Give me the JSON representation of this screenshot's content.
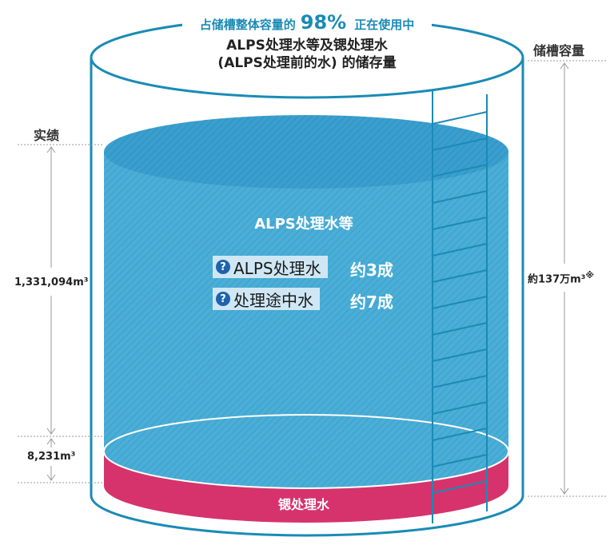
{
  "top_banner": {
    "prefix": "占储槽整体容量的",
    "percent": "98%",
    "suffix": "正在使用中"
  },
  "title": {
    "line1": "ALPS处理水等及锶处理水",
    "line2": "(ALPS处理前的水) 的储存量"
  },
  "labels": {
    "actual": "实绩",
    "capacity": "储槽容量",
    "alps_volume": "1,331,094m³",
    "sr_volume": "8,231m³",
    "capacity_volume": "約137万m³",
    "capacity_note": "※"
  },
  "tank": {
    "alps_label": "ALPS处理水等",
    "sr_label": "锶处理水",
    "breakdown": [
      {
        "name": "ALPS处理水",
        "ratio": "约3成"
      },
      {
        "name": "处理途中水",
        "ratio": "约7成"
      }
    ],
    "help_icon": "question-circle-icon"
  },
  "colors": {
    "outline": "#1a8bb5",
    "alps_fill": "#4aaed6",
    "alps_top": "#3a9fce",
    "sr_fill": "#d6336c",
    "badge": "#cfe7f5",
    "banner": "#1a8bb5"
  }
}
